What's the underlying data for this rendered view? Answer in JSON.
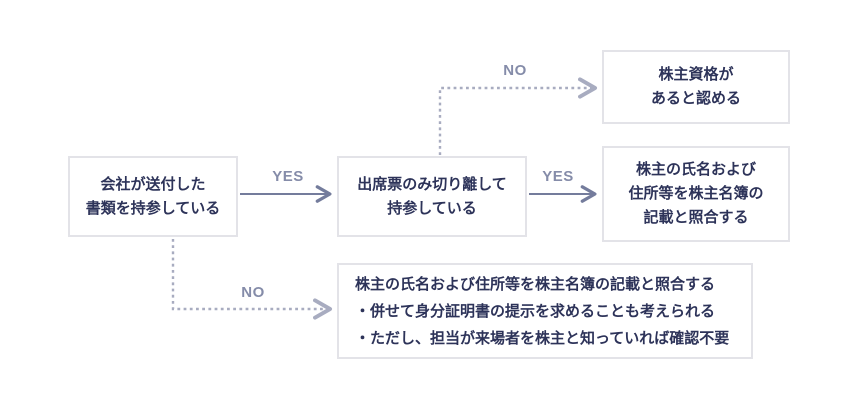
{
  "diagram": {
    "boxes": {
      "start": {
        "lines": [
          "会社が送付した",
          "書類を持参している"
        ]
      },
      "ticket": {
        "lines": [
          "出席票のみ切り離して",
          "持参している"
        ]
      },
      "approve": {
        "lines": [
          "株主資格が",
          "あると認める"
        ]
      },
      "verify": {
        "lines": [
          "株主の氏名および",
          "住所等を株主名簿の",
          "記載と照合する"
        ]
      },
      "detail": {
        "lines": [
          "株主の氏名および住所等を株主名簿の記載と照合する",
          "・併せて身分証明書の提示を求めることも考えられる",
          "・ただし、担当が来場者を株主と知っていれば確認不要"
        ]
      }
    },
    "labels": {
      "yes1": "YES",
      "yes2": "YES",
      "no_top": "NO",
      "no_bottom": "NO"
    },
    "colors": {
      "background": "#ffffff",
      "box_border": "#e3e3e8",
      "box_text": "#2d3359",
      "edge_label": "#858ca9",
      "solid_arrow": "#747c9c",
      "dashed_arrow": "#a8acc0"
    }
  }
}
